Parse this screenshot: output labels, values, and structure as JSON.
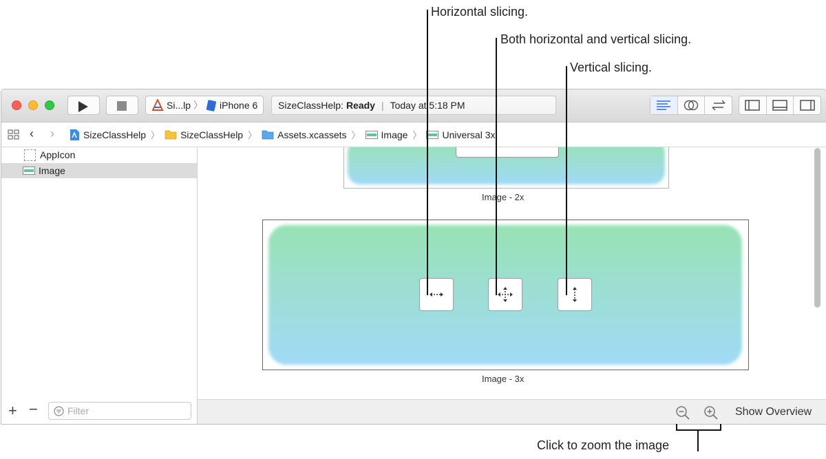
{
  "callouts": {
    "horizontal": "Horizontal slicing.",
    "both": "Both horizontal and vertical slicing.",
    "vertical": "Vertical slicing.",
    "zoom": "Click to zoom the image"
  },
  "toolbar": {
    "scheme_name": "Si...lp",
    "destination": "iPhone 6",
    "activity_project": "SizeClassHelp:",
    "activity_status": "Ready",
    "activity_time": "Today at 5:18 PM"
  },
  "breadcrumbs": [
    "SizeClassHelp",
    "SizeClassHelp",
    "Assets.xcassets",
    "Image",
    "Universal 3x"
  ],
  "sidebar": {
    "items": [
      {
        "label": "AppIcon",
        "icon": "appicon-placeholder-icon",
        "selected": false
      },
      {
        "label": "Image",
        "icon": "imageset-icon",
        "selected": true
      }
    ],
    "filter_placeholder": "Filter"
  },
  "editor": {
    "slot_2x_label": "Image - 2x",
    "slot_3x_label": "Image - 3x",
    "handles": [
      "horizontal-slice-icon",
      "both-slice-icon",
      "vertical-slice-icon"
    ]
  },
  "bottom_bar": {
    "show_overview": "Show Overview"
  },
  "colors": {
    "accent": "#2f6dd5",
    "image_top": "#98e2b4",
    "image_bottom": "#a0daf6",
    "selection_row": "#dcdcdc"
  }
}
